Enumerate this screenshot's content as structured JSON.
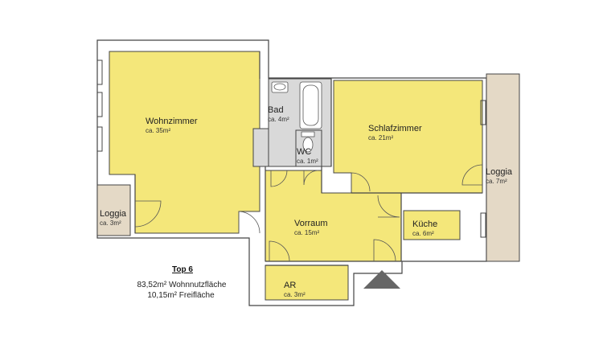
{
  "colors": {
    "room_fill": "#f4e77a",
    "wet_fill": "#d9d9d9",
    "loggia_fill": "#e4d9c6",
    "wall": "#444444",
    "wall_fill": "#ffffff",
    "door_line": "#555555",
    "entrance_marker": "#666666"
  },
  "rooms": [
    {
      "id": "wohnzimmer",
      "name": "Wohnzimmer",
      "area": "ca. 35m²"
    },
    {
      "id": "bad",
      "name": "Bad",
      "area": "ca. 4m²"
    },
    {
      "id": "wc",
      "name": "WC",
      "area": "ca. 1m²"
    },
    {
      "id": "schlafzimmer",
      "name": "Schlafzimmer",
      "area": "ca. 21m²"
    },
    {
      "id": "loggia-left",
      "name": "Loggia",
      "area": "ca. 3m²"
    },
    {
      "id": "loggia-right",
      "name": "Loggia",
      "area": "ca. 7m²"
    },
    {
      "id": "vorraum",
      "name": "Vorraum",
      "area": "ca. 15m²"
    },
    {
      "id": "kueche",
      "name": "Küche",
      "area": "ca. 6m²"
    },
    {
      "id": "ar",
      "name": "AR",
      "area": "ca. 3m²"
    }
  ],
  "info": {
    "title": "Top 6",
    "wohnnutzflaeche": "83,52m² Wohnnutzfläche",
    "freiflaeche": "10,15m² Freifläche"
  },
  "icons": {
    "entrance": "entrance-arrow-icon",
    "sink": "sink-icon",
    "bathtub": "bathtub-icon",
    "toilet": "toilet-icon",
    "window": "window-icon"
  }
}
